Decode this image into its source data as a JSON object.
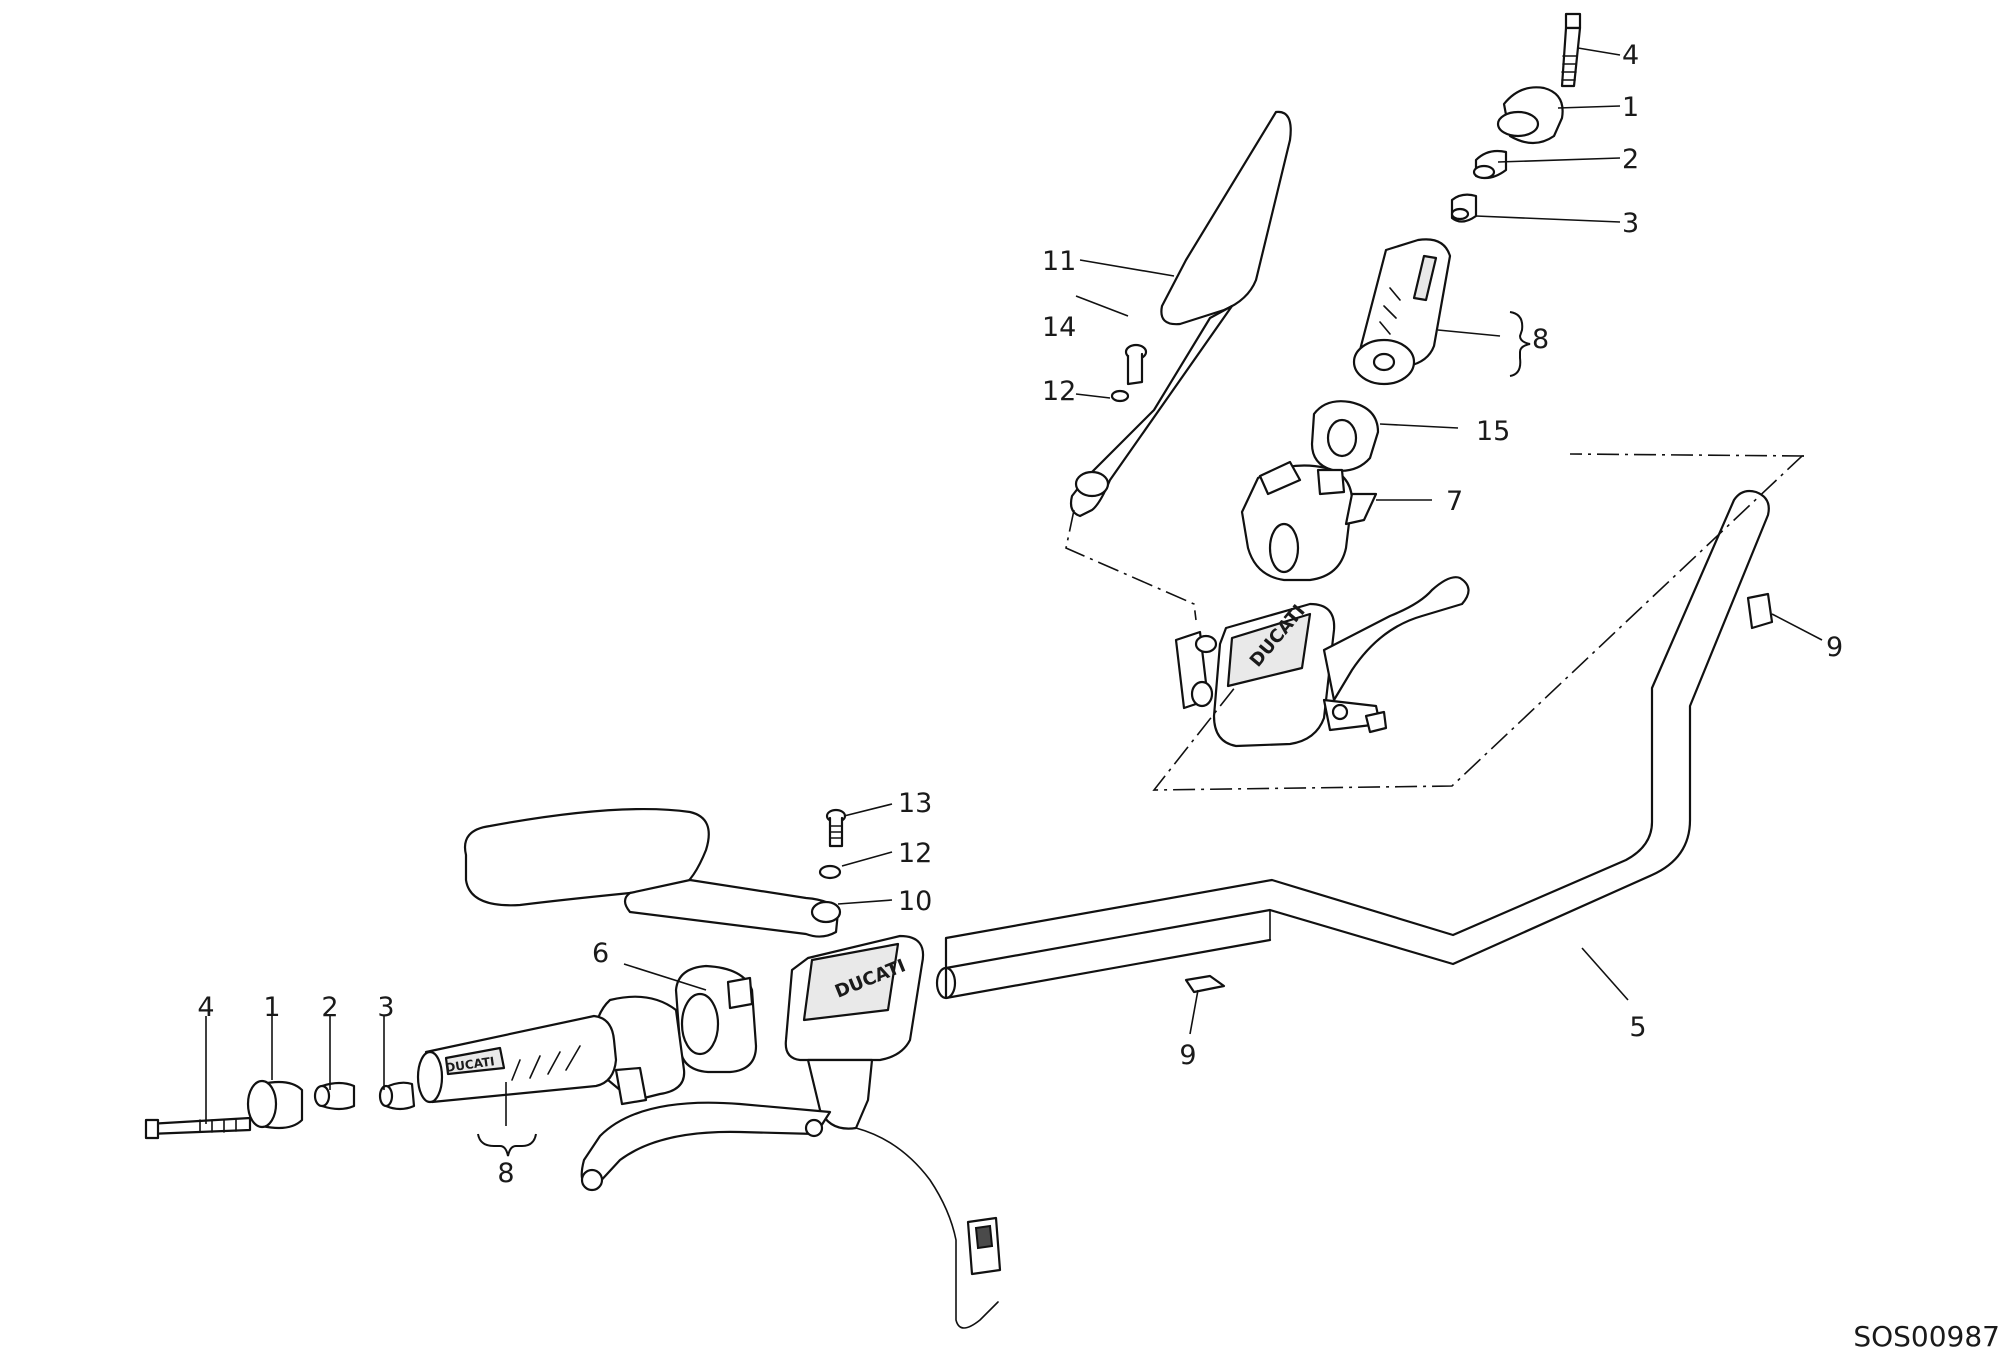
{
  "diagram": {
    "drawing_code": "SOS00987",
    "callouts": {
      "top_4": "4",
      "top_1": "1",
      "top_2": "2",
      "top_3": "3",
      "top_8": "8",
      "top_15": "15",
      "top_7": "7",
      "top_11": "11",
      "top_14": "14",
      "top_12": "12",
      "right_9": "9",
      "mid_13": "13",
      "mid_12": "12",
      "mid_10": "10",
      "mid_6": "6",
      "bottom_4": "4",
      "bottom_1": "1",
      "bottom_2": "2",
      "bottom_3": "3",
      "bottom_8": "8",
      "bottom_9": "9",
      "bottom_5": "5"
    }
  }
}
